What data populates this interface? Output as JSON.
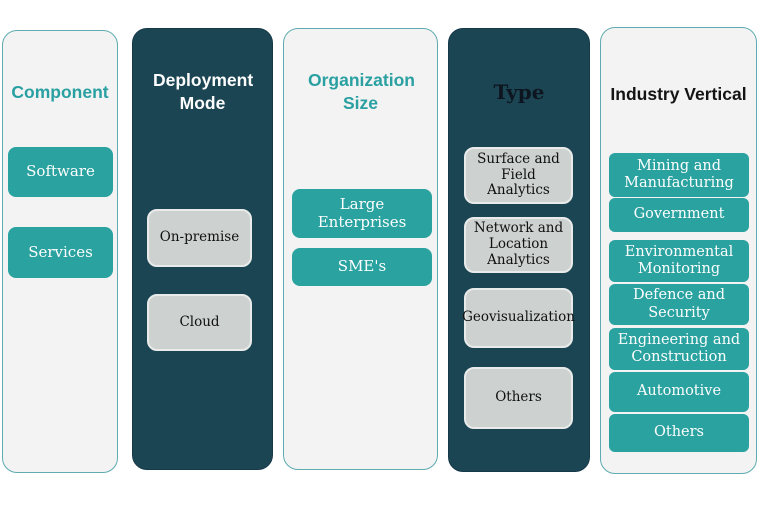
{
  "colors": {
    "teal_button": "#29A2A0",
    "dark_panel": "#1C4553",
    "light_panel": "#F2F3F2",
    "light_panel_border": "#5FABB1",
    "gray_button": "#CDD1D0",
    "gray_button_border": "#E9EBEA",
    "header_teal": "#2AA0A2",
    "header_black": "#141414",
    "text_white": "#FDFDFD"
  },
  "diagram": {
    "columns": [
      {
        "title": "Component",
        "items": [
          "Software",
          "Services"
        ]
      },
      {
        "title": "Deployment Mode",
        "items": [
          "On-premise",
          "Cloud"
        ]
      },
      {
        "title": "Organization Size",
        "items": [
          "Large Enterprises",
          "SME's"
        ]
      },
      {
        "title": "Type",
        "items": [
          "Surface and Field Analytics",
          "Network and Location Analytics",
          "Geovisualization",
          "Others"
        ]
      },
      {
        "title": "Industry Vertical",
        "items": [
          "Mining and Manufacturing",
          "Government",
          "Environmental Monitoring",
          "Defence and Security",
          "Engineering and Construction",
          "Automotive",
          "Others"
        ]
      }
    ]
  }
}
